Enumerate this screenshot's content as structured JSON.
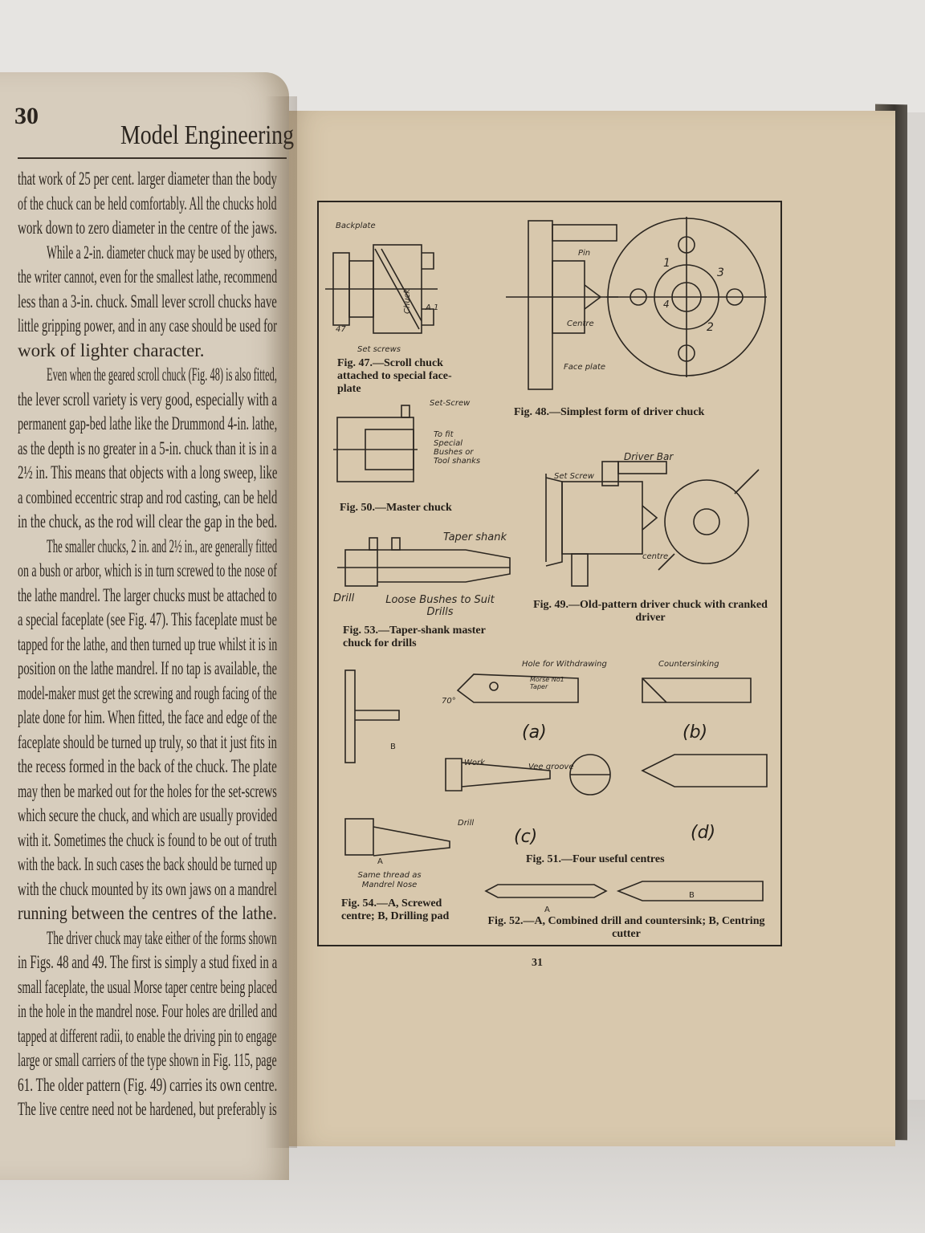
{
  "left_page": {
    "page_number": "30",
    "running_head": "Model Engineering",
    "lines": [
      "that work of 25 per cent. larger diameter than the body",
      "of the chuck can be held comfortably. All the chucks hold",
      "work down to zero diameter in the centre of the jaws.",
      "While a 2-in. diameter chuck may be used by others,",
      "the writer cannot, even for the smallest lathe, recommend",
      "less than a 3-in. chuck. Small lever scroll chucks have",
      "little gripping power, and in any case should be used for",
      "work of lighter character.",
      "Even when the geared scroll chuck (Fig. 48) is also fitted,",
      "the lever scroll variety is very good, especially with a",
      "permanent gap-bed lathe like the Drummond 4-in. lathe,",
      "as the depth is no greater in a 5-in. chuck than it is in a",
      "2½ in. This means that objects with a long sweep, like",
      "a combined eccentric strap and rod casting, can be held",
      "in the chuck, as the rod will clear the gap in the bed.",
      "The smaller chucks, 2 in. and 2½ in., are generally fitted",
      "on a bush or arbor, which is in turn screwed to the nose of",
      "the lathe mandrel. The larger chucks must be attached to",
      "a special faceplate (see Fig. 47). This faceplate must be",
      "tapped for the lathe, and then turned up true whilst it is in",
      "position on the lathe mandrel. If no tap is available, the",
      "model-maker must get the screwing and rough facing of the",
      "plate done for him. When fitted, the face and edge of the",
      "faceplate should be turned up truly, so that it just fits in",
      "the recess formed in the back of the chuck. The plate",
      "may then be marked out for the holes for the set-screws",
      "which secure the chuck, and which are usually provided",
      "with it. Sometimes the chuck is found to be out of truth",
      "with the back. In such cases the back should be turned up",
      "with the chuck mounted by its own jaws on a mandrel",
      "running between the centres of the lathe.",
      "The driver chuck may take either of the forms shown",
      "in Figs. 48 and 49. The first is simply a stud fixed in a",
      "small faceplate, the usual Morse taper centre being placed",
      "in the hole in the mandrel nose. Four holes are drilled and",
      "tapped at different radii, to enable the driving pin to engage",
      "large or small carriers of the type shown in Fig. 115, page",
      "61. The older pattern (Fig. 49) carries its own centre.",
      "The live centre need not be hardened, but preferably is"
    ]
  },
  "right_page": {
    "page_number": "31",
    "captions": {
      "fig47": "Fig. 47.—Scroll chuck attached to special face-plate",
      "fig48": "Fig. 48.—Simplest form of driver chuck",
      "fig50": "Fig. 50.—Master chuck",
      "fig49": "Fig. 49.—Old-pattern driver chuck with cranked driver",
      "fig53": "Fig. 53.—Taper-shank master chuck for drills",
      "fig51": "Fig. 51.—Four useful centres",
      "fig54": "Fig. 54.—A, Screwed centre; B, Drilling pad",
      "fig52": "Fig. 52.—A, Combined drill and countersink; B, Centring cutter"
    },
    "labels": {
      "backplate": "Backplate",
      "chuck": "Chuck",
      "a1": "A 1",
      "num47": "47",
      "set_screws": "Set screws",
      "pin": "Pin",
      "centre": "Centre",
      "face_plate": "Face plate",
      "n1": "1",
      "n2": "2",
      "n3": "3",
      "n4": "4",
      "set_screw": "Set-Screw",
      "to_fit": "To fit Special Bushes or Tool shanks",
      "driver_bar": "Driver Bar",
      "set_screw49": "Set Screw",
      "centre49": "centre",
      "taper_shank": "Taper shank",
      "drill": "Drill",
      "loose_bushes": "Loose Bushes to Suit Drills",
      "hole_for": "Hole for Withdrawing",
      "morse": "Morse No1 Taper",
      "deg70": "70°",
      "countersinking": "Countersinking",
      "a": "(a)",
      "b": "(b)",
      "c": "(c)",
      "d": "(d)",
      "B": "B",
      "work": "Work",
      "vee": "Vee groove",
      "drill51": "Drill",
      "A": "A",
      "same_thread": "Same thread as Mandrel Nose",
      "A52": "A",
      "B52": "B"
    }
  }
}
